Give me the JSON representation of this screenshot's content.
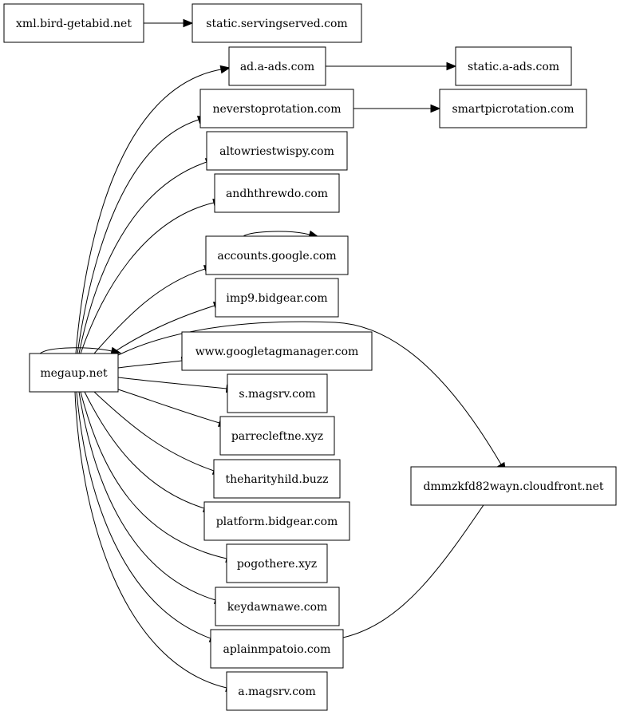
{
  "nodes": [
    {
      "id": "xml",
      "label": "xml.bird-getabid.net"
    },
    {
      "id": "static_ss",
      "label": "static.servingserved.com"
    },
    {
      "id": "ad_aads",
      "label": "ad.a-ads.com"
    },
    {
      "id": "static_aads",
      "label": "static.a-ads.com"
    },
    {
      "id": "neverstop",
      "label": "neverstoprotation.com"
    },
    {
      "id": "smartpic",
      "label": "smartpicrotation.com"
    },
    {
      "id": "altow",
      "label": "altowriestwispy.com"
    },
    {
      "id": "andh",
      "label": "andhthrewdo.com"
    },
    {
      "id": "accounts",
      "label": "accounts.google.com"
    },
    {
      "id": "imp9",
      "label": "imp9.bidgear.com"
    },
    {
      "id": "megaup",
      "label": "megaup.net"
    },
    {
      "id": "gtm",
      "label": "www.googletagmanager.com"
    },
    {
      "id": "smag",
      "label": "s.magsrv.com"
    },
    {
      "id": "parre",
      "label": "parrecleftne.xyz"
    },
    {
      "id": "theh",
      "label": "thehar ityhild.buzz"
    },
    {
      "id": "platform",
      "label": "platform.bidgear.com"
    },
    {
      "id": "pogo",
      "label": "pogothere.xyz"
    },
    {
      "id": "keyd",
      "label": "keydawnawe.com"
    },
    {
      "id": "aplain",
      "label": "aplainmpatoio.com"
    },
    {
      "id": "amag",
      "label": "a.magsrv.com"
    },
    {
      "id": "dmmz",
      "label": "dmmzkfd82wayn.cloudfront.net"
    }
  ],
  "edges": [
    {
      "from": "xml",
      "to": "static_ss"
    },
    {
      "from": "ad_aads",
      "to": "static_aads"
    },
    {
      "from": "neverstop",
      "to": "smartpic"
    },
    {
      "from": "accounts",
      "to": "accounts"
    },
    {
      "from": "megaup",
      "to": "megaup"
    },
    {
      "from": "megaup",
      "to": "ad_aads"
    },
    {
      "from": "megaup",
      "to": "neverstop"
    },
    {
      "from": "megaup",
      "to": "altow"
    },
    {
      "from": "megaup",
      "to": "andh"
    },
    {
      "from": "megaup",
      "to": "accounts"
    },
    {
      "from": "megaup",
      "to": "imp9"
    },
    {
      "from": "megaup",
      "to": "dmmz"
    },
    {
      "from": "megaup",
      "to": "gtm"
    },
    {
      "from": "megaup",
      "to": "smag"
    },
    {
      "from": "megaup",
      "to": "parre"
    },
    {
      "from": "megaup",
      "to": "theh"
    },
    {
      "from": "megaup",
      "to": "platform"
    },
    {
      "from": "megaup",
      "to": "pogo"
    },
    {
      "from": "megaup",
      "to": "keyd"
    },
    {
      "from": "megaup",
      "to": "aplain"
    },
    {
      "from": "megaup",
      "to": "amag"
    },
    {
      "from": "aplain",
      "to": "dmmz"
    }
  ]
}
